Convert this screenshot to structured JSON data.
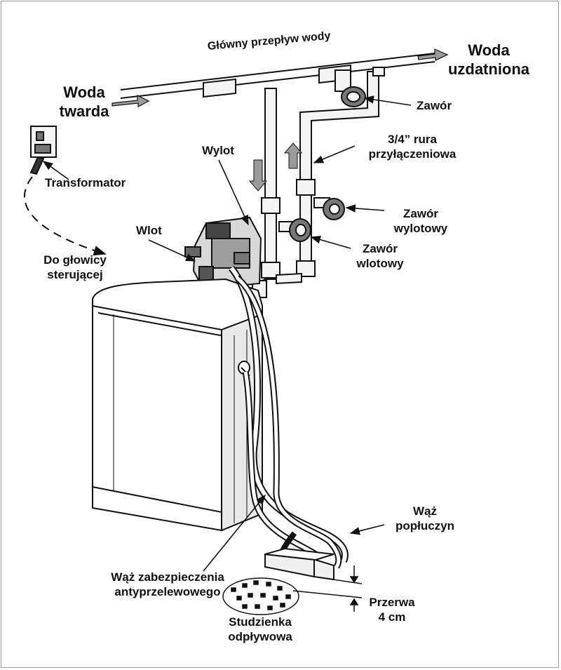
{
  "colors": {
    "ink": "#111111",
    "pipe_fill": "#f4f4f4",
    "tank_shade": "#e9e9e9",
    "arrow_gray": "#9b9b9b"
  },
  "labels": {
    "main_flow": "Główny przepływ wody",
    "treated_water_1": "Woda",
    "treated_water_2": "uzdatniona",
    "hard_water_1": "Woda",
    "hard_water_2": "twarda",
    "valve": "Zawór",
    "pipe_size_1": "3/4”  rura",
    "pipe_size_2": "przyłączeniowa",
    "outlet": "Wylot",
    "transformer": "Transformator",
    "outlet_valve_1": "Zawór",
    "outlet_valve_2": "wylotowy",
    "inlet": "Wlot",
    "inlet_valve_1": "Zawór",
    "inlet_valve_2": "wlotowy",
    "to_head_1": "Do głowicy",
    "to_head_2": "sterującej",
    "drain_hose_1": "Wąż",
    "drain_hose_2": "popłuczyn",
    "overflow_hose_1": "Wąż zabezpieczenia",
    "overflow_hose_2": "antyprzelewowego",
    "gap_1": "Przerwa",
    "gap_2": "4 cm",
    "drain_1": "Studzienka",
    "drain_2": "odpływowa"
  }
}
